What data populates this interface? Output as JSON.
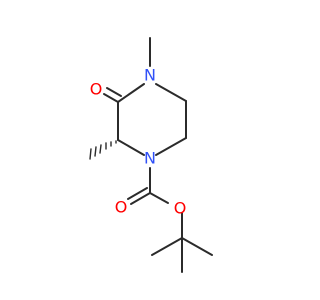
{
  "molecule": {
    "atoms": [
      {
        "id": "o-ketone",
        "symbol": "O",
        "color": "#ff0000"
      },
      {
        "id": "n4",
        "symbol": "N",
        "color": "#3050f8"
      },
      {
        "id": "n1",
        "symbol": "N",
        "color": "#3050f8"
      },
      {
        "id": "o-carbonyl",
        "symbol": "O",
        "color": "#ff0000"
      },
      {
        "id": "o-ester",
        "symbol": "O",
        "color": "#ff0000"
      }
    ],
    "colors": {
      "bond": "#2b2b2b",
      "nitrogen": "#3050f8",
      "oxygen": "#ff0000"
    }
  }
}
